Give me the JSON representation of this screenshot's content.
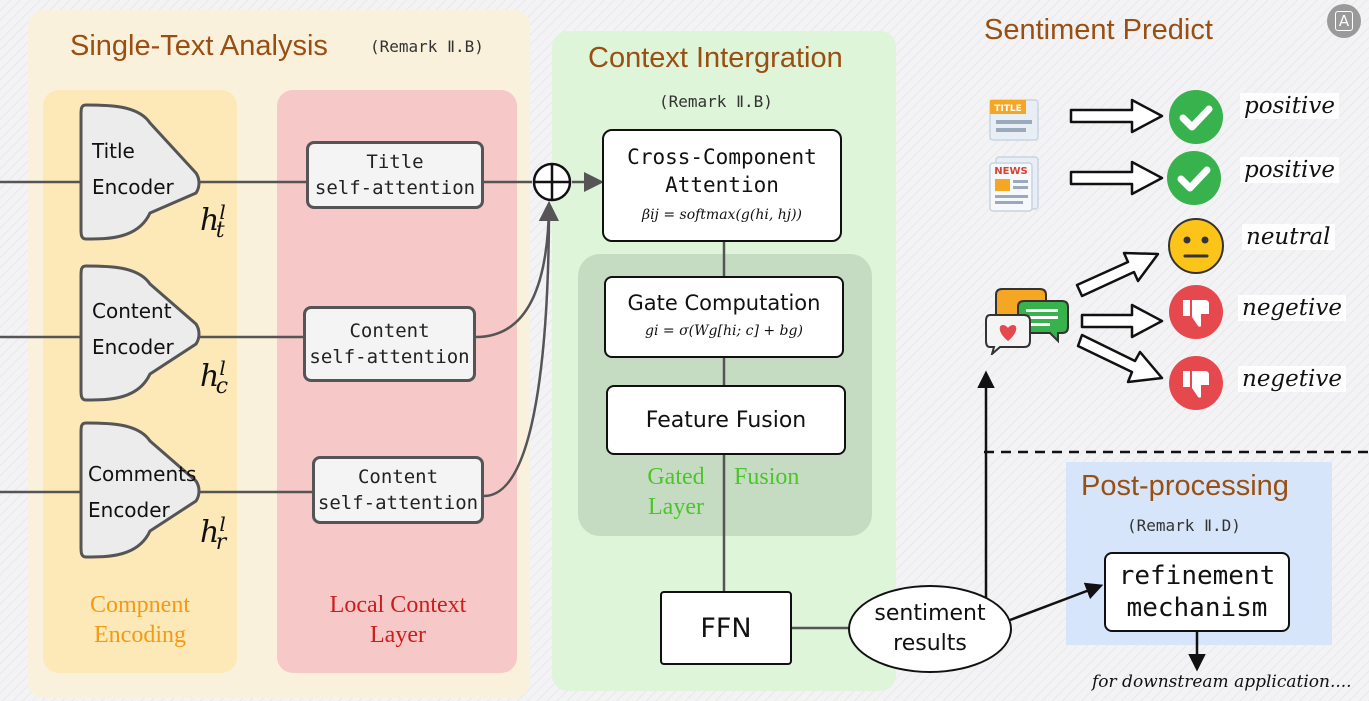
{
  "single_text": {
    "title": "Single-Text Analysis",
    "remark": "(Remark Ⅱ.B)",
    "component_encoding": "Compnent Encoding",
    "local_context": "Local Context Layer"
  },
  "encoders": [
    {
      "line1": "Title",
      "line2": "Encoder",
      "h_base": "h",
      "h_sub": "t",
      "h_sup": "l"
    },
    {
      "line1": "Content",
      "line2": "Encoder",
      "h_base": "h",
      "h_sub": "c",
      "h_sup": "l"
    },
    {
      "line1": "Comments",
      "line2": "Encoder",
      "h_base": "h",
      "h_sub": "r",
      "h_sup": "l"
    }
  ],
  "attentions": [
    {
      "line1": "Title",
      "line2": "self-attention"
    },
    {
      "line1": "Content",
      "line2": "self-attention"
    },
    {
      "line1": "Content",
      "line2": "self-attention"
    }
  ],
  "context": {
    "title": "Context Intergration",
    "remark": "(Remark Ⅱ.B)",
    "cross_line1": "Cross-Component",
    "cross_line2": "Attention",
    "cross_formula": "βij = softmax(g(hi, hj))",
    "gate_title": "Gate Computation",
    "gate_formula": "gi = σ(Wg[hi; c] + bg)",
    "fusion": "Feature Fusion",
    "gated_layer": "Gated Layer",
    "fusion_word": "Fusion",
    "ffn": "FFN"
  },
  "results": {
    "line1": "sentiment",
    "line2": "results"
  },
  "predict": {
    "title": "Sentiment Predict",
    "title_icon_text": "TITLE",
    "news_icon_text": "NEWS",
    "labels": [
      "positive",
      "positive",
      "neutral",
      "negetive",
      "negetive"
    ]
  },
  "post": {
    "title": "Post-processing",
    "remark": "(Remark Ⅱ.D)",
    "refine_line1": "refinement",
    "refine_line2": "mechanism",
    "downstream": "for downstream application...."
  },
  "translate_badge": "A",
  "colors": {
    "single_panel": "#faf1dc",
    "enc_panel": "#fde8b8",
    "local_panel": "#f7c8c8",
    "context_panel": "#def5d9",
    "gated_panel": "#c5dcc2",
    "post_panel": "#d6e5f9",
    "header_brown": "#9a4f12",
    "orange_label": "#f39a12",
    "red_label": "#cc1d1d",
    "green_label": "#4cc42c",
    "check_green": "#37b24d",
    "thumb_red": "#e5484d",
    "neutral_yellow": "#fcc419"
  }
}
